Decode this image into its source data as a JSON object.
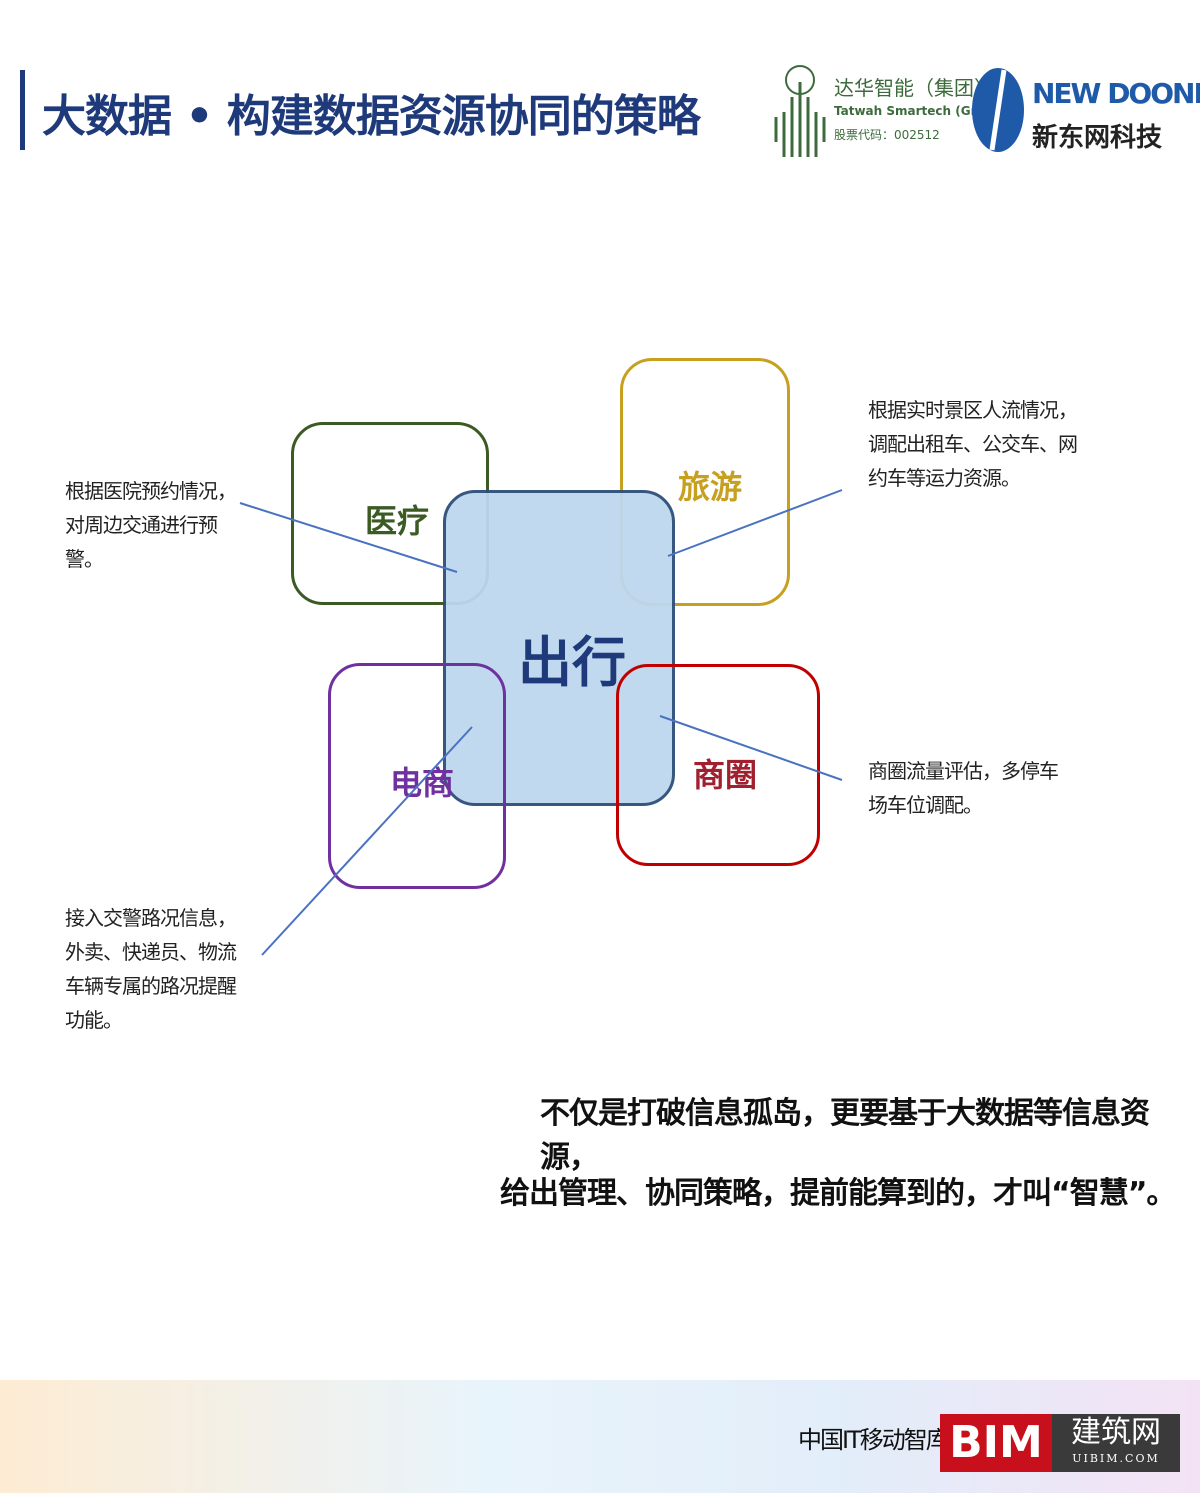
{
  "header": {
    "title": "大数据 • 构建数据资源协同的策略"
  },
  "logos": {
    "tatwah_cn": "达华智能（集团）",
    "tatwah_en": "Tatwah Smartech (Group)",
    "tatwah_stock": "股票代码：002512",
    "newdoone_en": "NEW DOONE",
    "newdoone_cn": "新东网科技"
  },
  "diagram": {
    "center": {
      "label": "出行",
      "color": "#1f3a7a",
      "fill": "#bdd7ee"
    },
    "nodes": [
      {
        "label": "医疗",
        "color": "#3c5a23",
        "note": [
          "根据医院预约情况，",
          "对周边交通进行预",
          "警。"
        ]
      },
      {
        "label": "旅游",
        "color": "#c8a020",
        "note": [
          "根据实时景区人流情况，",
          "调配出租车、公交车、网",
          "约车等运力资源。"
        ]
      },
      {
        "label": "电商",
        "color": "#7030a0",
        "note": [
          "接入交警路况信息，",
          "外卖、快递员、物流",
          "车辆专属的路况提醒",
          "功能。"
        ]
      },
      {
        "label": "商圈",
        "color": "#c00000",
        "note": [
          "商圈流量评估，多停车",
          "场车位调配。"
        ]
      }
    ]
  },
  "slogan": {
    "line1": "不仅是打破信息孤岛，更要基于大数据等信息资源，",
    "line2": "给出管理、协同策略，提前能算到的，才叫“智慧”。"
  },
  "footer": {
    "text": "中国IT移动智库",
    "bim": "BIM",
    "site_cn": "建筑网",
    "site_url": "UIBIM.COM"
  }
}
